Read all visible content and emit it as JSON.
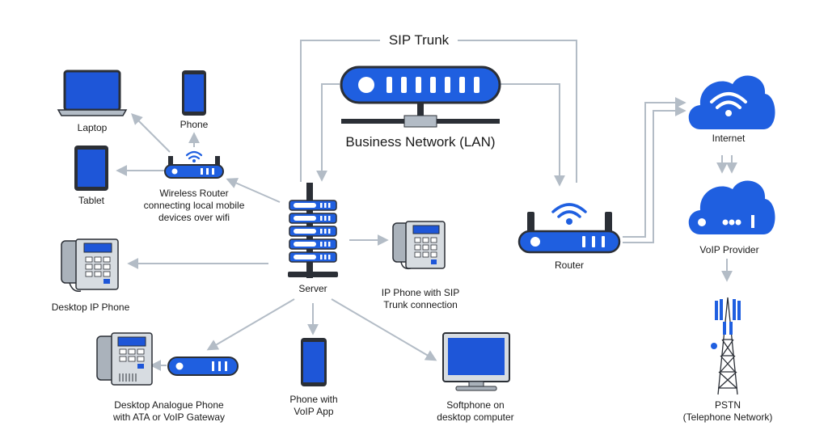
{
  "labels": {
    "sip_trunk": "SIP Trunk",
    "business_network": "Business Network (LAN)",
    "laptop": "Laptop",
    "phone": "Phone",
    "tablet": "Tablet",
    "wireless_router": "Wireless Router\nconnecting local mobile\ndevices over wifi",
    "server": "Server",
    "desktop_ip_phone": "Desktop IP Phone",
    "ip_phone_sip": "IP Phone with SIP\nTrunk connection",
    "router": "Router",
    "internet": "Internet",
    "voip_provider": "VoIP Provider",
    "pstn": "PSTN\n(Telephone Network)",
    "analogue_phone": "Desktop Analogue Phone\nwith ATA or VoIP Gateway",
    "voip_app_phone": "Phone with\nVoIP App",
    "softphone": "Softphone on\ndesktop computer"
  },
  "colors": {
    "device_blue": "#1f5fe0",
    "screen_blue": "#1e56d8",
    "outline_dark": "#2b2f36",
    "arrow_gray": "#b3bcc6",
    "phone_gray": "#aab2bb"
  }
}
